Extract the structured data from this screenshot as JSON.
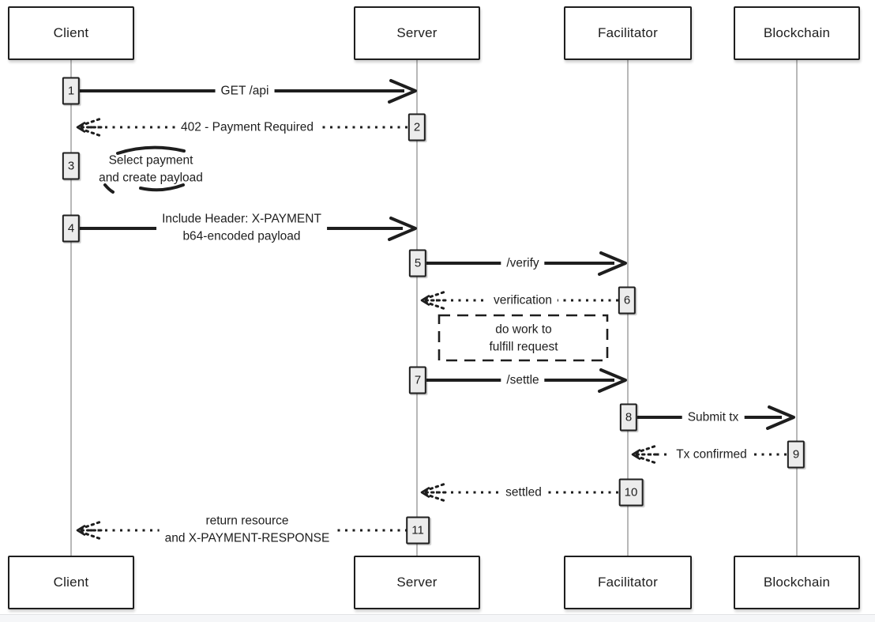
{
  "actors": [
    {
      "name": "Client"
    },
    {
      "name": "Server"
    },
    {
      "name": "Facilitator"
    },
    {
      "name": "Blockchain"
    }
  ],
  "messages": [
    {
      "step": "1",
      "label": "GET /api",
      "from": "Client",
      "to": "Server",
      "style": "solid"
    },
    {
      "step": "2",
      "label": "402 - Payment Required",
      "from": "Server",
      "to": "Client",
      "style": "dotted"
    },
    {
      "step": "3",
      "label": "Select payment\nand create payload",
      "from": "Client",
      "to": "Client",
      "style": "self-note"
    },
    {
      "step": "4",
      "label": "Include Header: X-PAYMENT\nb64-encoded payload",
      "from": "Client",
      "to": "Server",
      "style": "solid"
    },
    {
      "step": "5",
      "label": "/verify",
      "from": "Server",
      "to": "Facilitator",
      "style": "solid"
    },
    {
      "step": "6",
      "label": "verification",
      "from": "Facilitator",
      "to": "Server",
      "style": "dotted"
    },
    {
      "step": "7",
      "label": "/settle",
      "from": "Server",
      "to": "Facilitator",
      "style": "solid"
    },
    {
      "step": "8",
      "label": "Submit tx",
      "from": "Facilitator",
      "to": "Blockchain",
      "style": "solid"
    },
    {
      "step": "9",
      "label": "Tx confirmed",
      "from": "Blockchain",
      "to": "Facilitator",
      "style": "dotted"
    },
    {
      "step": "10",
      "label": "settled",
      "from": "Facilitator",
      "to": "Server",
      "style": "dotted"
    },
    {
      "step": "11",
      "label": "return resource\nand X-PAYMENT-RESPONSE",
      "from": "Server",
      "to": "Client",
      "style": "dotted"
    }
  ],
  "note_box": {
    "label": "do work to\nfulfill request"
  },
  "colors": {
    "ink": "#1e1e1e",
    "lifeline": "#a6a6a6",
    "badge_fill": "#ececec",
    "background": "#ffffff",
    "footer_strip": "#f5f6f8"
  }
}
